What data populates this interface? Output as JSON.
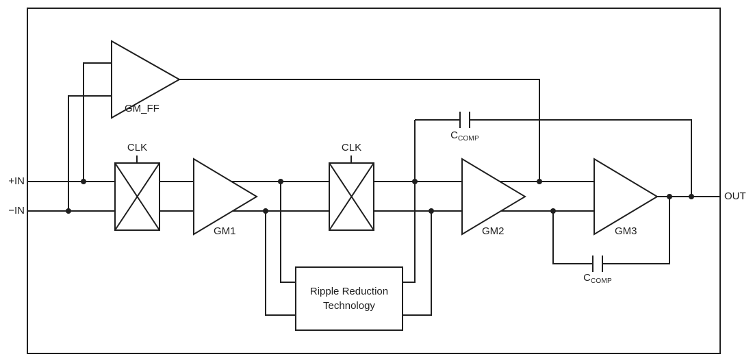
{
  "labels": {
    "plus_in": "+IN",
    "minus_in": "−IN",
    "out": "OUT"
  },
  "amplifiers": [
    {
      "id": "gm_ff",
      "label": "GM_FF"
    },
    {
      "id": "gm1",
      "label": "GM1"
    },
    {
      "id": "gm2",
      "label": "GM2"
    },
    {
      "id": "gm3",
      "label": "GM3"
    }
  ],
  "choppers": [
    {
      "label": "CLK"
    },
    {
      "label": "CLK"
    }
  ],
  "capacitors": [
    {
      "symbol": "C",
      "subscript": "COMP"
    },
    {
      "symbol": "C",
      "subscript": "COMP"
    }
  ],
  "ripple_box": {
    "line1": "Ripple Reduction",
    "line2": "Technology"
  },
  "colors": {
    "line": "#1f1f1f",
    "background": "#ffffff"
  }
}
